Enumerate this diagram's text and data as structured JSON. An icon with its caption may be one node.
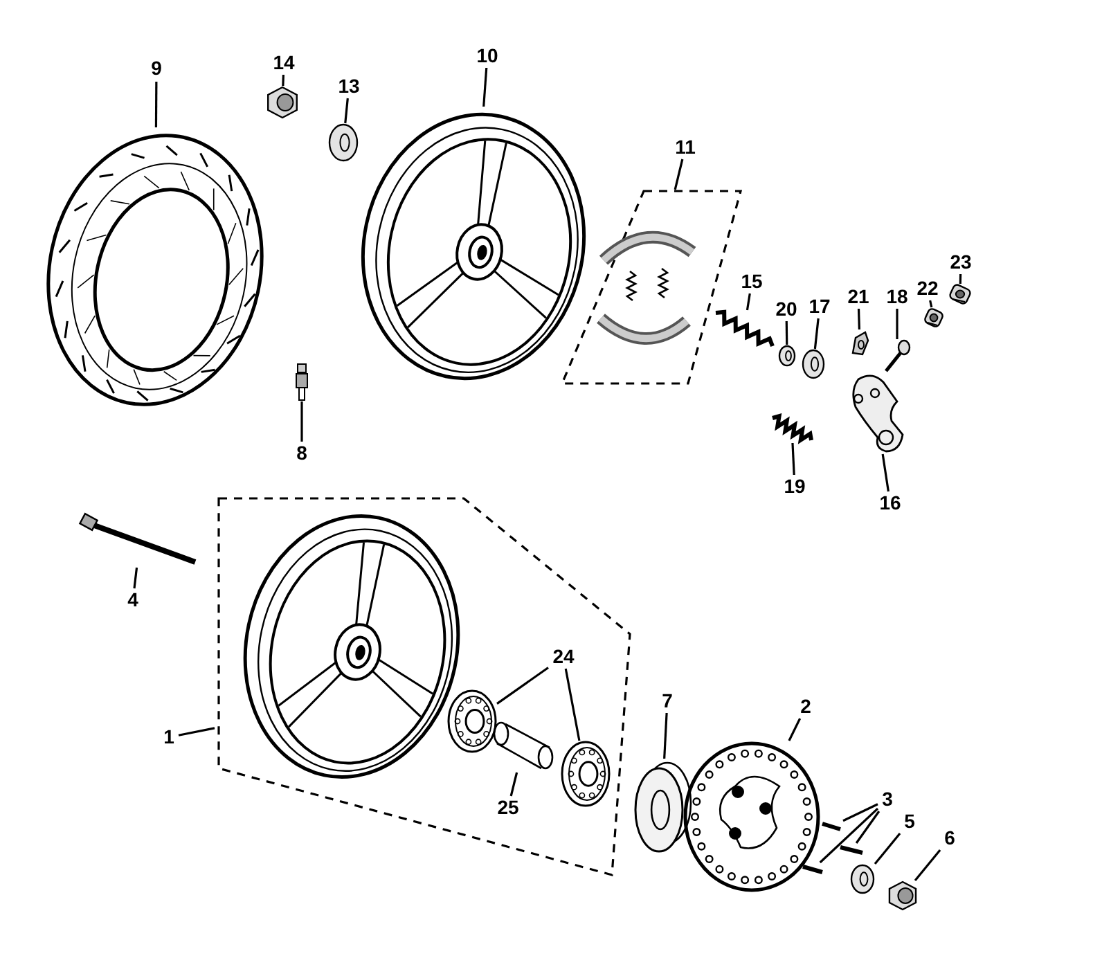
{
  "diagram": {
    "nodes": [
      {
        "text": [
          "9"
        ]
      },
      {
        "text": [],
        "shape": "picture"
      },
      {
        "text": [
          "14"
        ]
      },
      {
        "text": [],
        "shape": "picture"
      },
      {
        "text": [
          "13"
        ]
      },
      {
        "text": [],
        "shape": "picture"
      },
      {
        "text": [
          "10"
        ]
      },
      {
        "text": [],
        "shape": "picture"
      },
      {
        "text": [
          "11"
        ]
      },
      {
        "text": [],
        "shape": "box"
      },
      {
        "text": [],
        "shape": "picture",
        "in": 9
      },
      {
        "text": [
          "15"
        ]
      },
      {
        "text": [],
        "shape": "picture"
      },
      {
        "text": [
          "20"
        ]
      },
      {
        "text": [],
        "shape": "picture"
      },
      {
        "text": [
          "17"
        ]
      },
      {
        "text": [],
        "shape": "picture"
      },
      {
        "text": [
          "21"
        ]
      },
      {
        "text": [],
        "shape": "picture"
      },
      {
        "text": [
          "18"
        ]
      },
      {
        "text": [],
        "shape": "picture"
      },
      {
        "text": [
          "22"
        ]
      },
      {
        "text": [],
        "shape": "picture"
      },
      {
        "text": [
          "23"
        ]
      },
      {
        "text": [],
        "shape": "picture"
      },
      {
        "text": [
          "8"
        ]
      },
      {
        "text": [],
        "shape": "picture"
      },
      {
        "text": [
          "19"
        ]
      },
      {
        "text": [],
        "shape": "picture"
      },
      {
        "text": [
          "16"
        ]
      },
      {
        "text": [],
        "shape": "picture"
      },
      {
        "text": [
          "4"
        ]
      },
      {
        "text": [],
        "shape": "picture"
      },
      {
        "text": [
          "1"
        ]
      },
      {
        "text": [],
        "shape": "box"
      },
      {
        "text": [],
        "shape": "picture",
        "in": 34
      },
      {
        "text": [],
        "shape": "picture",
        "in": 34
      },
      {
        "text": [],
        "shape": "picture",
        "in": 34
      },
      {
        "text": [],
        "shape": "picture",
        "in": 34
      },
      {
        "text": [
          "24"
        ],
        "in": 34
      },
      {
        "text": [
          "25"
        ],
        "in": 34
      },
      {
        "text": [
          "7"
        ]
      },
      {
        "text": [],
        "shape": "picture"
      },
      {
        "text": [
          "2"
        ]
      },
      {
        "text": [],
        "shape": "picture"
      },
      {
        "text": [
          "3"
        ]
      },
      {
        "text": [],
        "shape": "picture"
      },
      {
        "text": [],
        "shape": "picture"
      },
      {
        "text": [],
        "shape": "picture"
      },
      {
        "text": [
          "5"
        ]
      },
      {
        "text": [],
        "shape": "picture"
      },
      {
        "text": [
          "6"
        ]
      },
      {
        "text": [],
        "shape": "picture"
      }
    ],
    "edges": [
      {
        "from": 0,
        "to": 1,
        "arrow": "none"
      },
      {
        "from": 2,
        "to": 3,
        "arrow": "none"
      },
      {
        "from": 4,
        "to": 5,
        "arrow": "none"
      },
      {
        "from": 6,
        "to": 7,
        "arrow": "none"
      },
      {
        "from": 8,
        "to": 9,
        "arrow": "none"
      },
      {
        "from": 11,
        "to": 12,
        "arrow": "none"
      },
      {
        "from": 13,
        "to": 14,
        "arrow": "none"
      },
      {
        "from": 15,
        "to": 16,
        "arrow": "none"
      },
      {
        "from": 17,
        "to": 18,
        "arrow": "none"
      },
      {
        "from": 19,
        "to": 20,
        "arrow": "none"
      },
      {
        "from": 21,
        "to": 22,
        "arrow": "none"
      },
      {
        "from": 23,
        "to": 24,
        "arrow": "none"
      },
      {
        "from": 25,
        "to": 26,
        "arrow": "none"
      },
      {
        "from": 27,
        "to": 28,
        "arrow": "none"
      },
      {
        "from": 29,
        "to": 30,
        "arrow": "none"
      },
      {
        "from": 31,
        "to": 32,
        "arrow": "none"
      },
      {
        "from": 33,
        "to": 34,
        "arrow": "none"
      },
      {
        "from": 39,
        "to": 36,
        "arrow": "none"
      },
      {
        "from": 39,
        "to": 38,
        "arrow": "none"
      },
      {
        "from": 40,
        "to": 37,
        "arrow": "none"
      },
      {
        "from": 41,
        "to": 42,
        "arrow": "none"
      },
      {
        "from": 43,
        "to": 44,
        "arrow": "none"
      },
      {
        "from": 45,
        "to": 46,
        "arrow": "none"
      },
      {
        "from": 45,
        "to": 47,
        "arrow": "none"
      },
      {
        "from": 45,
        "to": 48,
        "arrow": "none"
      },
      {
        "from": 49,
        "to": 50,
        "arrow": "none"
      },
      {
        "from": 51,
        "to": 52,
        "arrow": "none"
      }
    ]
  }
}
